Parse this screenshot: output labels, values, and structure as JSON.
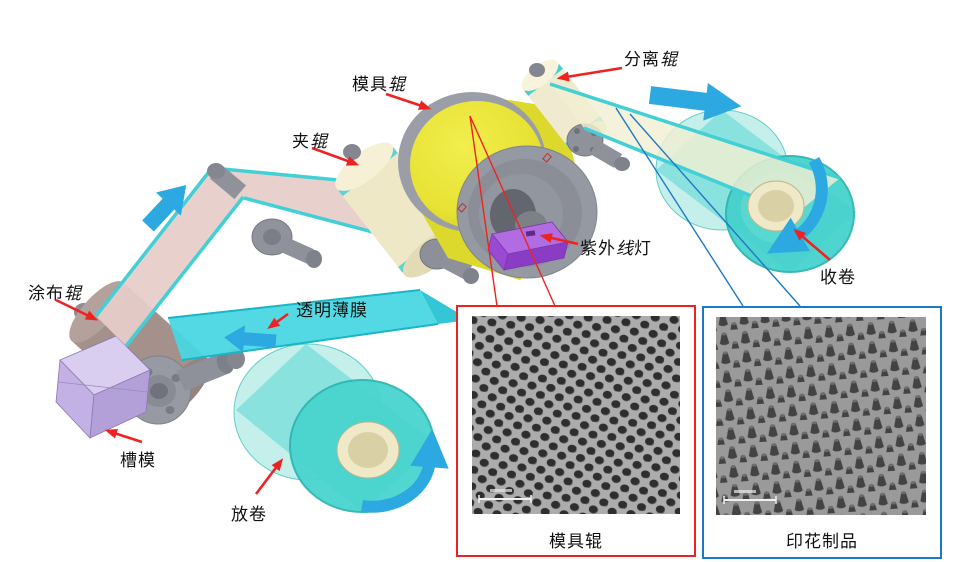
{
  "figure_type": "process-diagram",
  "labels": {
    "mold_roller": {
      "pre": "模具",
      "italic": "辊",
      "post": ""
    },
    "separation_roller": {
      "pre": "分离",
      "italic": "辊",
      "post": ""
    },
    "nip_roller": {
      "pre": "夹",
      "italic": "辊",
      "post": ""
    },
    "coating_roller": {
      "pre": "涂布",
      "italic": "辊",
      "post": ""
    },
    "transparent_film": {
      "pre": "透明薄膜",
      "italic": "",
      "post": ""
    },
    "uv_lamp": {
      "pre": "紫外",
      "italic": "线",
      "post": "灯"
    },
    "winding": {
      "pre": "收卷",
      "italic": "",
      "post": ""
    },
    "slot_die": {
      "pre": "槽模",
      "italic": "",
      "post": ""
    },
    "unwinding": {
      "pre": "放卷",
      "italic": "",
      "post": ""
    }
  },
  "insets": {
    "mold": {
      "caption": {
        "pre": "模具",
        "italic": "辊",
        "post": ""
      },
      "pattern": "sem-holes"
    },
    "product": {
      "caption": {
        "pre": "印花制品",
        "italic": "",
        "post": ""
      },
      "pattern": "sem-pillars"
    }
  },
  "colors": {
    "arrow_blue": "#2BA9E0",
    "label_red": "#EE2321",
    "connector_blue": "#1C79C8",
    "roller_yellow": "#E7E233",
    "uv_purple": "#9A4AD2",
    "film_cyan": "#49D7E2",
    "roll_teal": "#47D3CE",
    "film_pink": "#E6CDC9",
    "film_cream": "#F2EFD2",
    "slot_die_lavender": "#C6B3E6",
    "machine_gray": "#9598A0",
    "sem_bg_holes": "#ACACAC",
    "sem_bg_pillars": "#9A9A9A"
  }
}
